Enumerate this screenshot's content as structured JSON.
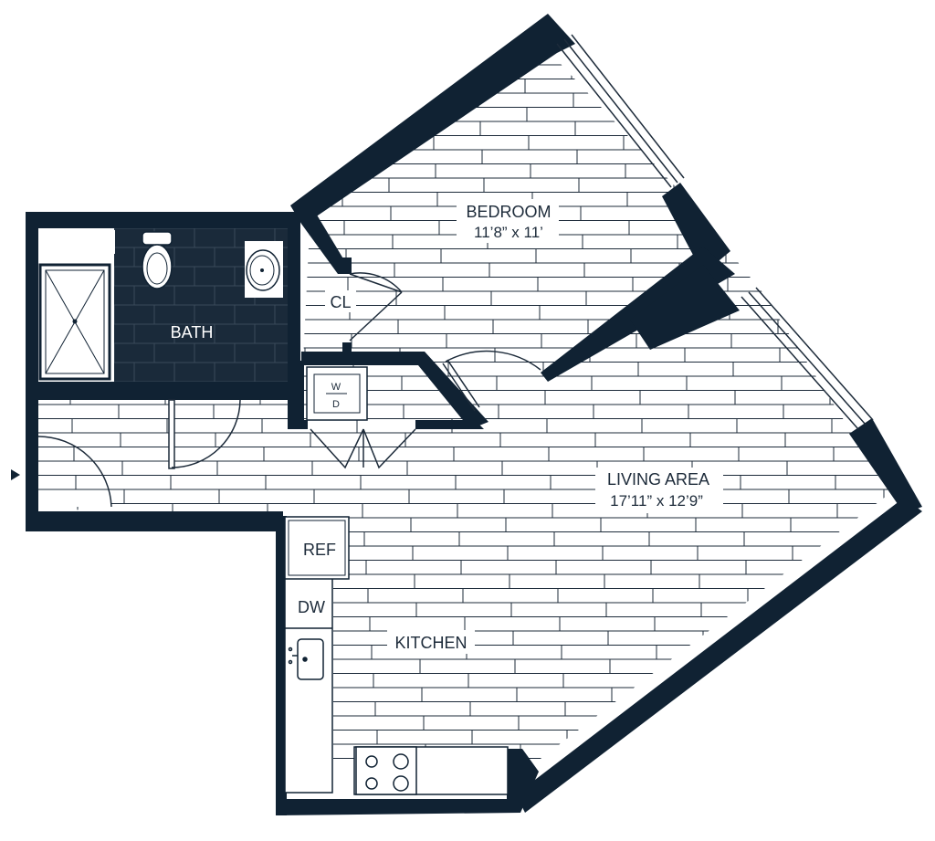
{
  "colors": {
    "wall": "#102233",
    "floor_line": "#1d2b3a",
    "bath_floor": "#1a2a3a",
    "background": "#ffffff"
  },
  "rooms": {
    "bedroom": {
      "name": "BEDROOM",
      "dims": "11’8” x 11’"
    },
    "bath": {
      "name": "BATH"
    },
    "closet": {
      "name": "CL"
    },
    "living": {
      "name": "LIVING AREA",
      "dims": "17’11” x 12’9”"
    },
    "kitchen": {
      "name": "KITCHEN"
    }
  },
  "fixtures": {
    "washer_dryer_top": "W",
    "washer_dryer_bottom": "D",
    "refrigerator": "REF",
    "dishwasher": "DW"
  },
  "icons": {
    "entry": "entry-arrow-icon"
  }
}
